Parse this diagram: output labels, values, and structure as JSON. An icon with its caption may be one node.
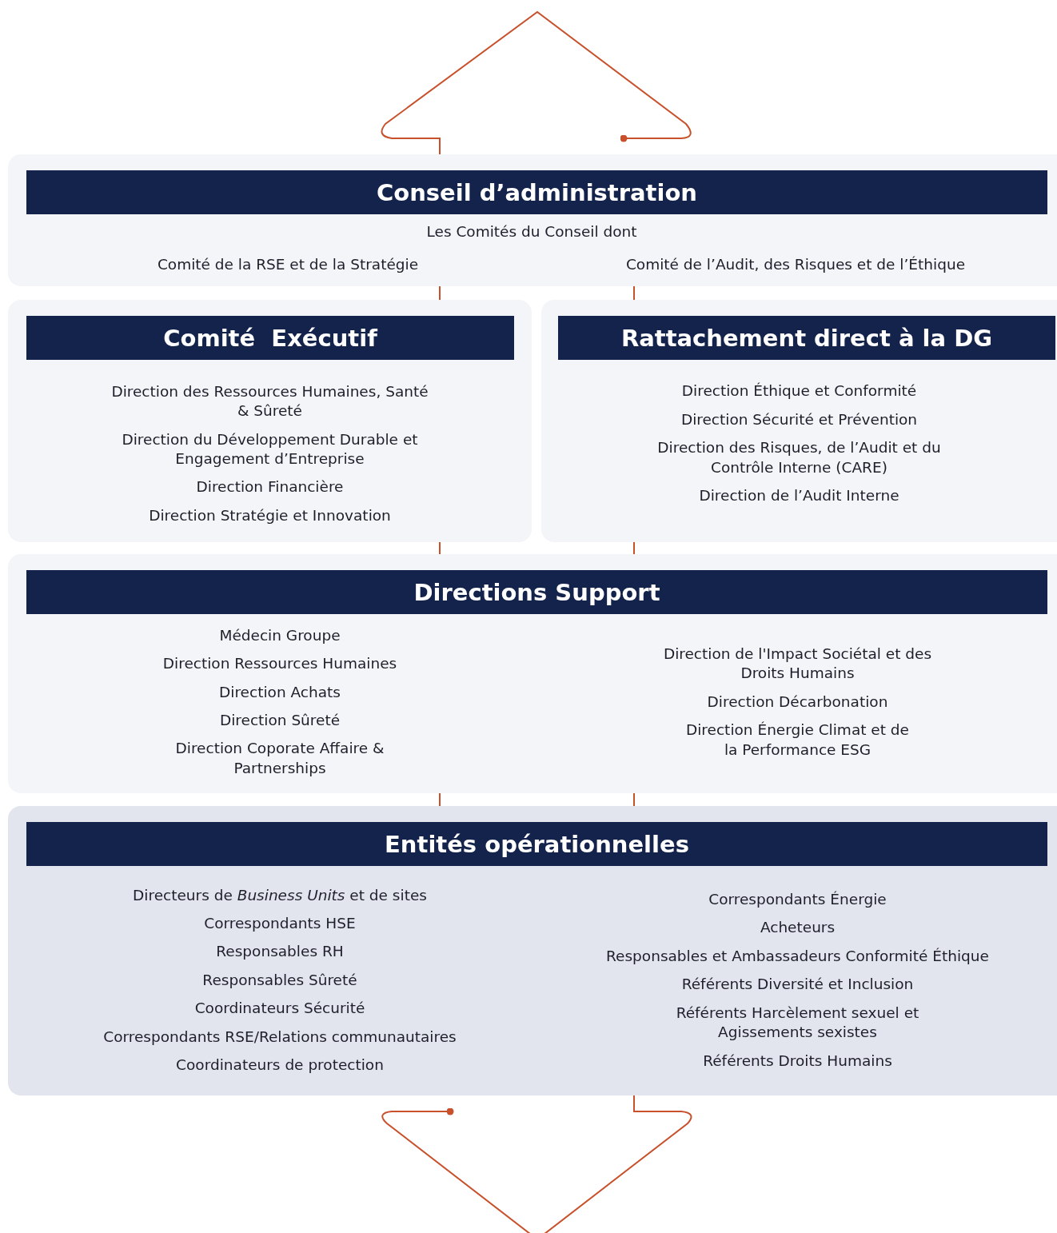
{
  "diagram": {
    "nodes": [
      {
        "text": [
          "Conseil d’administration",
          "Les Comités du Conseil dont",
          "Comité de la RSE et de la Stratégie",
          "Comité de l’Audit, des Risques et de l’Éthique"
        ]
      },
      {
        "text": [
          "Comité  Exécutif",
          "Direction des Ressources Humaines, Santé & Sûreté",
          "Direction du Développement Durable et Engagement d’Entreprise",
          "Direction Financière",
          "Direction Stratégie et Innovation"
        ]
      },
      {
        "text": [
          "Rattachement direct à la DG",
          "Direction Éthique et Conformité",
          "Direction Sécurité et Prévention",
          "Direction des Risques, de l’Audit et du Contrôle Interne (CARE)",
          "Direction de l’Audit Interne"
        ]
      },
      {
        "text": [
          "Directions Support",
          "Médecin Groupe",
          "Direction Ressources Humaines",
          "Direction Achats",
          "Direction Sûreté",
          "Direction Coporate Affaire & Partnerships",
          "Direction de l'Impact Sociétal et des Droits Humains",
          "Direction Décarbonation",
          "Direction Énergie Climat et de la Performance ESG"
        ]
      },
      {
        "text": [
          "Entités opérationnelles",
          "Directeurs de *Business Units* et de sites",
          "Correspondants HSE",
          "Responsables RH",
          "Responsables Sûreté",
          "Coordinateurs Sécurité",
          "Correspondants RSE/Relations communautaires",
          "Coordinateurs de protection",
          "Correspondants Énergie",
          "Acheteurs",
          "Responsables et Ambassadeurs Conformité Éthique",
          "Référents Diversité et Inclusion",
          "Référents Harcèlement sexuel et Agissements sexistes",
          "Référents Droits Humains"
        ]
      }
    ],
    "edges": [
      {
        "from": 0,
        "to": 1,
        "arrow": "none"
      },
      {
        "from": 0,
        "to": 2,
        "arrow": "none"
      },
      {
        "from": 1,
        "to": 3,
        "arrow": "none"
      },
      {
        "from": 2,
        "to": 3,
        "arrow": "none"
      },
      {
        "from": 3,
        "to": 4,
        "arrow": "none"
      },
      {
        "from": 3,
        "to": 4,
        "arrow": "none"
      },
      {
        "from": 0,
        "to": null,
        "arrow": "other"
      },
      {
        "from": 4,
        "to": null,
        "arrow": "other"
      }
    ]
  }
}
